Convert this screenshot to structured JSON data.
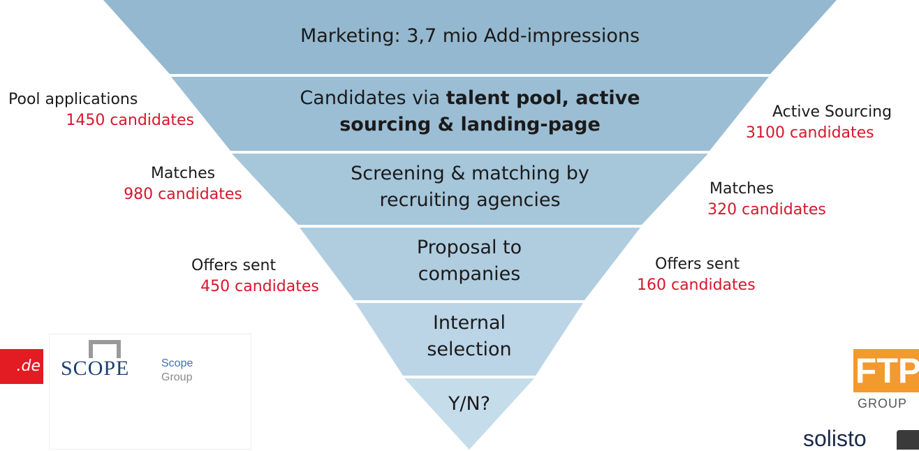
{
  "funnel": {
    "levels": [
      {
        "text_plain": "Marketing: 3,7 mio Add-impressions"
      },
      {
        "line1_plain": "Candidates via ",
        "line1_bold": "talent pool, active",
        "line2_bold": "sourcing & landing-page"
      },
      {
        "line1": "Screening & matching by",
        "line2": "recruiting agencies"
      },
      {
        "line1": "Proposal to",
        "line2": "companies"
      },
      {
        "line1": "Internal",
        "line2": "selection"
      },
      {
        "text_plain": "Y/N?"
      }
    ],
    "colors": [
      "#94b8cf",
      "#9cbed4",
      "#a6c6da",
      "#b0cde0",
      "#bbd5e6",
      "#c5dcea"
    ]
  },
  "left_labels": [
    {
      "label": "Pool applications",
      "value": "1450 candidates"
    },
    {
      "label": "Matches",
      "value": "980 candidates"
    },
    {
      "label": "Offers sent",
      "value": "450 candidates"
    }
  ],
  "right_labels": [
    {
      "label": "Active Sourcing",
      "value": "3100 candidates"
    },
    {
      "label": "Matches",
      "value": "320 candidates"
    },
    {
      "label": "Offers sent",
      "value": "160 candidates"
    }
  ],
  "logos": {
    "red_partial": ".de",
    "scope_word": "SCOPE",
    "scope_group_line1": "Scope",
    "scope_group_line2": "Group",
    "ftp_partial": "FTP",
    "ftp_group": "GROUP",
    "solisto_partial": "solisto"
  },
  "accent_red": "#d4172c"
}
